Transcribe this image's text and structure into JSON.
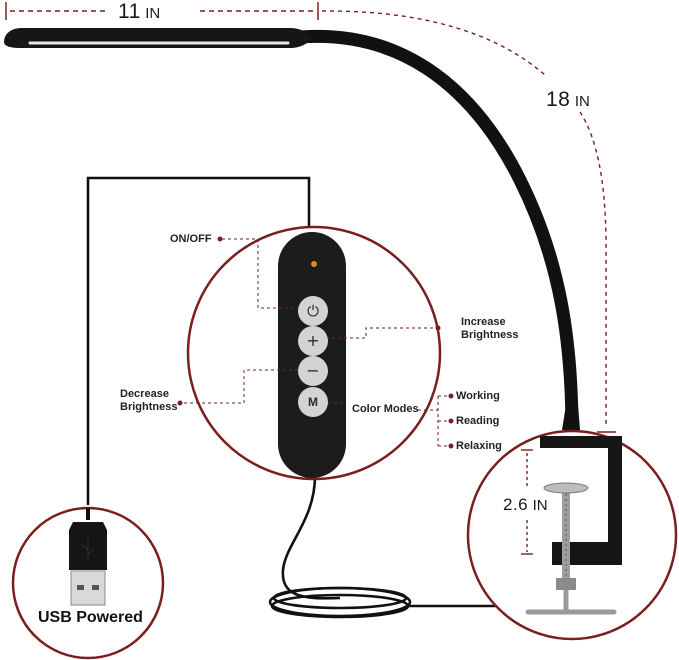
{
  "dimensions": {
    "width": {
      "value": "11",
      "unit": "IN"
    },
    "height": {
      "value": "18",
      "unit": "IN"
    },
    "clamp_opening": {
      "value": "2.6",
      "unit": "IN"
    }
  },
  "controller": {
    "buttons": [
      {
        "symbol": "⏻",
        "label": "ON/OFF"
      },
      {
        "symbol": "+",
        "label_lines": [
          "Increase",
          "Brightness"
        ]
      },
      {
        "symbol": "−",
        "label_lines": [
          "Decrease",
          "Brightness"
        ]
      },
      {
        "symbol": "M",
        "label": "Color Modes"
      }
    ],
    "color_modes": [
      "Working",
      "Reading",
      "Relaxing"
    ]
  },
  "usb": {
    "label": "USB Powered"
  },
  "colors": {
    "guide": "#7a1f1f",
    "lamp": "#111111",
    "led": "#e08a1e"
  }
}
